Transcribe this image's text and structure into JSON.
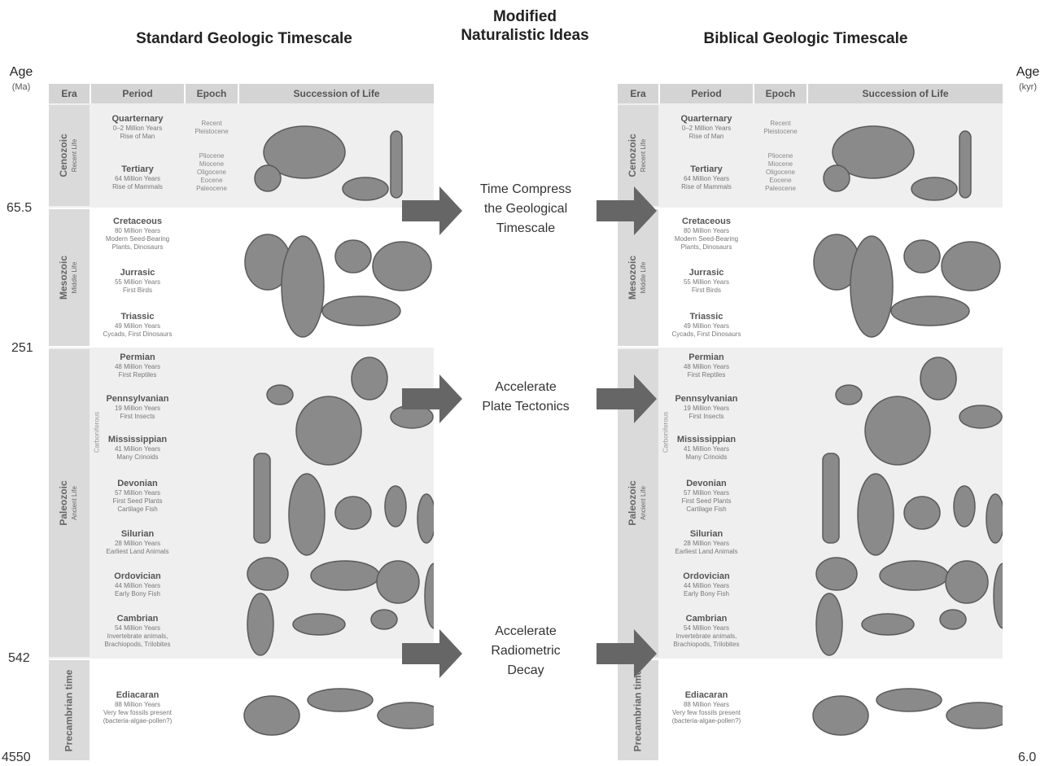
{
  "titles": {
    "left": "Standard Geologic Timescale",
    "middle_line1": "Modified",
    "middle_line2": "Naturalistic Ideas",
    "right": "Biblical Geologic Timescale"
  },
  "age_left": {
    "title": "Age",
    "unit": "(Ma)",
    "ticks": [
      "65.5",
      "251",
      "542",
      "4550"
    ]
  },
  "age_right": {
    "title": "Age",
    "unit": "(kyr)",
    "ticks": [
      "6.0"
    ]
  },
  "columns": {
    "era": "Era",
    "period": "Period",
    "epoch": "Epoch",
    "life": "Succession of Life"
  },
  "eras": {
    "cenozoic": {
      "name": "Cenozoic",
      "sub": "Recent Life"
    },
    "mesozoic": {
      "name": "Mesozoic",
      "sub": "Middle Life"
    },
    "paleozoic": {
      "name": "Paleozoic",
      "sub": "Ancient Life"
    },
    "precambrian": {
      "name": "Precambrian time"
    }
  },
  "carboniferous": "Carboniferous",
  "periods": [
    {
      "name": "Quarternary",
      "l1": "0–2 Million Years",
      "l2": "Rise of Man",
      "l3": ""
    },
    {
      "name": "Tertiary",
      "l1": "64 Million Years",
      "l2": "Rise of Mammals",
      "l3": ""
    },
    {
      "name": "Cretaceous",
      "l1": "80 Million Years",
      "l2": "Modern Seed-Bearing",
      "l3": "Plants, Dinosaurs"
    },
    {
      "name": "Jurrasic",
      "l1": "55 Million Years",
      "l2": "First Birds",
      "l3": ""
    },
    {
      "name": "Triassic",
      "l1": "49 Million Years",
      "l2": "Cycads, First Dinosaurs",
      "l3": ""
    },
    {
      "name": "Permian",
      "l1": "48 Million Years",
      "l2": "First Reptiles",
      "l3": ""
    },
    {
      "name": "Pennsylvanian",
      "l1": "19 Million Years",
      "l2": "First Insects",
      "l3": ""
    },
    {
      "name": "Mississippian",
      "l1": "41 Million Years",
      "l2": "Many Crinoids",
      "l3": ""
    },
    {
      "name": "Devonian",
      "l1": "57 Million Years",
      "l2": "First Seed Plants",
      "l3": "Cartilage Fish"
    },
    {
      "name": "Silurian",
      "l1": "28 Million Years",
      "l2": "Earliest Land Animals",
      "l3": ""
    },
    {
      "name": "Ordovician",
      "l1": "44 Million Years",
      "l2": "Early Bony Fish",
      "l3": ""
    },
    {
      "name": "Cambrian",
      "l1": "54 Million Years",
      "l2": "Invertebrate animals,",
      "l3": "Brachiopods, Trilobites"
    },
    {
      "name": "Ediacaran",
      "l1": "88 Million Years",
      "l2": "Very few fossils present",
      "l3": "(bacteria-algae-pollen?)"
    }
  ],
  "epochs": {
    "quaternary": [
      "Recent",
      "Pleistocene"
    ],
    "tertiary": [
      "Pliocene",
      "Miocene",
      "Oligocene",
      "Eocene",
      "Paleocene"
    ]
  },
  "steps": [
    {
      "l1": "Time Compress",
      "l2": "the Geological",
      "l3": "Timescale"
    },
    {
      "l1": "Accelerate",
      "l2": "Plate Tectonics",
      "l3": ""
    },
    {
      "l1": "Accelerate",
      "l2": "Radiometric",
      "l3": "Decay"
    }
  ],
  "colors": {
    "arrow": "#666666",
    "header": "#d4d4d4",
    "era": "#dadada",
    "shade": "#efefef",
    "fossil": "#8a8a8a"
  }
}
